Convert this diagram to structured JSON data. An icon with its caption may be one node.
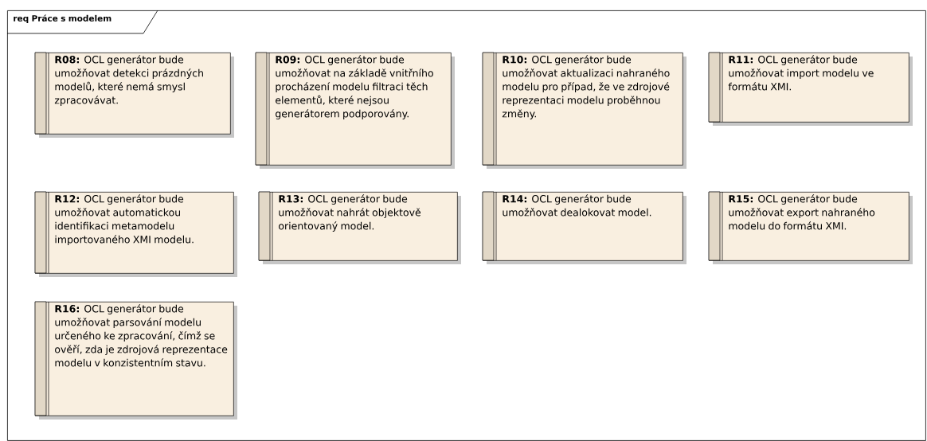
{
  "diagram": {
    "nodes": [
      {
        "text": [
          "req Práce s modelem"
        ]
      },
      {
        "text": [
          "**R08:** OCL generátor bude umožňovat detekci prázdných modelů, které nemá smysl zpracovávat."
        ],
        "in": 0
      },
      {
        "text": [
          "**R09:** OCL generátor bude umožňovat na základě vnitřního procházení modelu filtraci těch elementů, které nejsou generátorem podporovány."
        ],
        "in": 0
      },
      {
        "text": [
          "**R10:** OCL generátor bude umožňovat aktualizaci nahraného modelu pro případ, že ve zdrojové reprezentaci modelu proběhnou změny."
        ],
        "in": 0
      },
      {
        "text": [
          "**R11:** OCL generátor bude umožňovat import modelu ve formátu XMI."
        ],
        "in": 0
      },
      {
        "text": [
          "**R12:** OCL generátor bude umožňovat automatickou identifikaci metamodelu importovaného XMI modelu."
        ],
        "in": 0
      },
      {
        "text": [
          "**R13:** OCL generátor bude umožňovat nahrát objektově orientovaný model."
        ],
        "in": 0
      },
      {
        "text": [
          "**R14:** OCL generátor bude umožňovat dealokovat model."
        ],
        "in": 0
      },
      {
        "text": [
          "**R15:** OCL generátor bude umožňovat export nahraného modelu do formátu XMI."
        ],
        "in": 0
      },
      {
        "text": [
          "**R16:** OCL generátor bude umožňovat parsování modelu určeného ke zpracování, čímž se ověří, zda je zdrojová reprezentace modelu v konzistentním stavu."
        ],
        "in": 0
      }
    ]
  }
}
